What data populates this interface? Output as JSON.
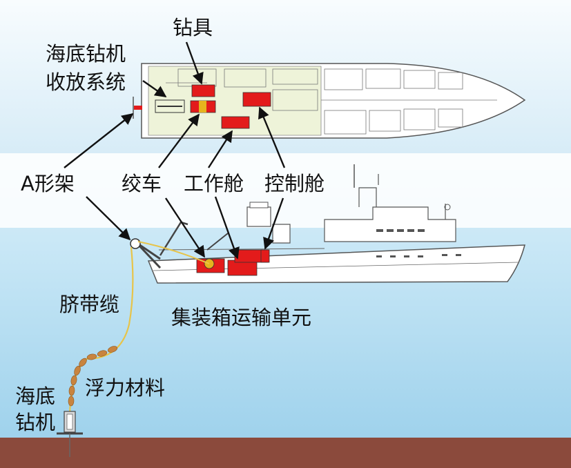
{
  "labels": {
    "drill_tools": "钻具",
    "launch_recovery_line1": "海底钻机",
    "launch_recovery_line2": "收放系统",
    "a_frame": "A形架",
    "winch": "绞车",
    "work_cabin": "工作舱",
    "control_cabin": "控制舱",
    "umbilical": "脐带缆",
    "container_unit": "集装箱运输单元",
    "buoyancy": "浮力材料",
    "seabed_rig_line1": "海底",
    "seabed_rig_line2": "钻机"
  },
  "colors": {
    "sky_top": "#f8fcfe",
    "sky_bottom": "#d7ecf7",
    "water_top": "#dcf0f9",
    "water_deep": "#9fd2ec",
    "seabed": "#8b4a3c",
    "module_red": "#e31b1b",
    "module_yellow": "#e6b31e",
    "umbilical": "#e7c44a",
    "buoyancy": "#c8843f",
    "deck_fill": "#eef3d9",
    "hull_line": "#555555"
  },
  "icons": [
    "arrow-icon",
    "a-frame-sheave-icon",
    "drill-rig-icon",
    "ship-plan-icon",
    "ship-profile-icon"
  ]
}
